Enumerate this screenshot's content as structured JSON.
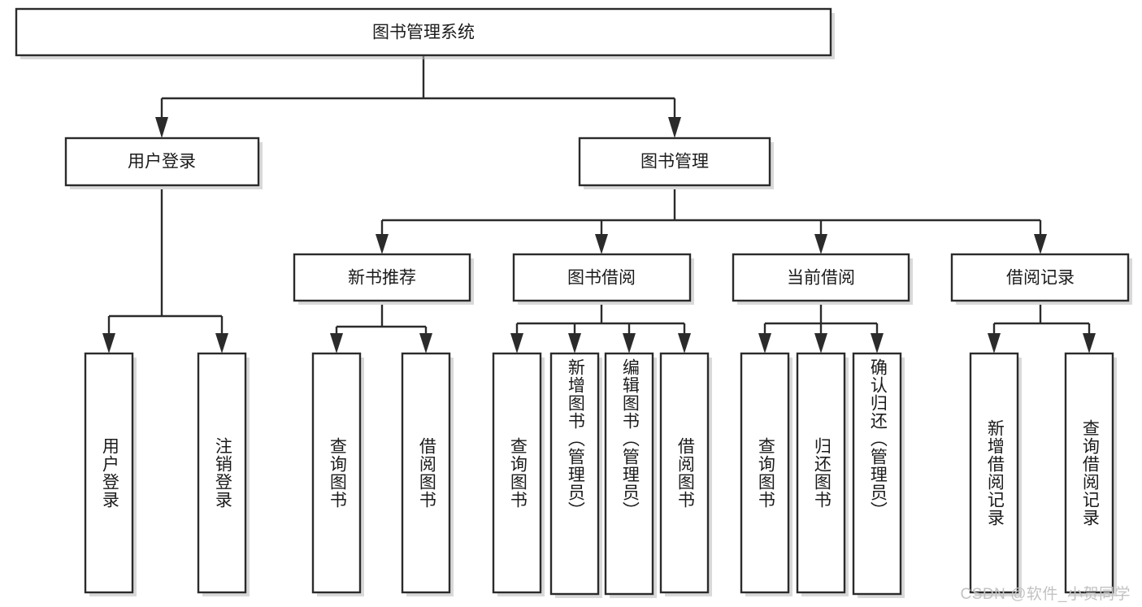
{
  "diagram": {
    "title": "图书管理系统",
    "type": "tree",
    "watermark": "CSDN @软件_小贺同学",
    "colors": {
      "box_stroke": "#2b2b2b",
      "box_fill": "#ffffff",
      "text": "#1b1b1b",
      "watermark": "#c2c2c2",
      "background": "#ffffff"
    },
    "levels": {
      "root": "图书管理系统",
      "level1": [
        "用户登录",
        "图书管理"
      ],
      "level2": [
        "新书推荐",
        "图书借阅",
        "当前借阅",
        "借阅记录"
      ]
    },
    "nodes": {
      "root": {
        "label": "图书管理系统",
        "orientation": "horizontal"
      },
      "user_login": {
        "label": "用户登录",
        "orientation": "horizontal"
      },
      "book_manage": {
        "label": "图书管理",
        "orientation": "horizontal"
      },
      "new_book_rec": {
        "label": "新书推荐",
        "orientation": "horizontal"
      },
      "book_borrow": {
        "label": "图书借阅",
        "orientation": "horizontal"
      },
      "current_borrow": {
        "label": "当前借阅",
        "orientation": "horizontal"
      },
      "borrow_record": {
        "label": "借阅记录",
        "orientation": "horizontal"
      },
      "leaf_user_login": {
        "label": "用户登录",
        "orientation": "vertical"
      },
      "leaf_logout": {
        "label": "注销登录",
        "orientation": "vertical"
      },
      "leaf_query_book_a": {
        "label": "查询图书",
        "orientation": "vertical"
      },
      "leaf_borrow_book_a": {
        "label": "借阅图书",
        "orientation": "vertical"
      },
      "leaf_query_book_b": {
        "label": "查询图书",
        "orientation": "vertical"
      },
      "leaf_add_book": {
        "label": "新增图书（管理员）",
        "orientation": "vertical"
      },
      "leaf_edit_book": {
        "label": "编辑图书（管理员）",
        "orientation": "vertical"
      },
      "leaf_borrow_book_b": {
        "label": "借阅图书",
        "orientation": "vertical"
      },
      "leaf_query_book_c": {
        "label": "查询图书",
        "orientation": "vertical"
      },
      "leaf_return_book": {
        "label": "归还图书",
        "orientation": "vertical"
      },
      "leaf_confirm_return": {
        "label": "确认归还（管理员）",
        "orientation": "vertical"
      },
      "leaf_add_record": {
        "label": "新增借阅记录",
        "orientation": "vertical"
      },
      "leaf_query_record": {
        "label": "查询借阅记录",
        "orientation": "vertical"
      }
    },
    "edges": [
      {
        "from": "图书管理系统",
        "to": "用户登录"
      },
      {
        "from": "图书管理系统",
        "to": "图书管理"
      },
      {
        "from": "用户登录",
        "to": "用户登录"
      },
      {
        "from": "用户登录",
        "to": "注销登录"
      },
      {
        "from": "图书管理",
        "to": "新书推荐"
      },
      {
        "from": "图书管理",
        "to": "图书借阅"
      },
      {
        "from": "图书管理",
        "to": "当前借阅"
      },
      {
        "from": "图书管理",
        "to": "借阅记录"
      },
      {
        "from": "新书推荐",
        "to": "查询图书"
      },
      {
        "from": "新书推荐",
        "to": "借阅图书"
      },
      {
        "from": "图书借阅",
        "to": "查询图书"
      },
      {
        "from": "图书借阅",
        "to": "新增图书（管理员）"
      },
      {
        "from": "图书借阅",
        "to": "编辑图书（管理员）"
      },
      {
        "from": "图书借阅",
        "to": "借阅图书"
      },
      {
        "from": "当前借阅",
        "to": "查询图书"
      },
      {
        "from": "当前借阅",
        "to": "归还图书"
      },
      {
        "from": "当前借阅",
        "to": "确认归还（管理员）"
      },
      {
        "from": "借阅记录",
        "to": "新增借阅记录"
      },
      {
        "from": "借阅记录",
        "to": "查询借阅记录"
      }
    ]
  }
}
